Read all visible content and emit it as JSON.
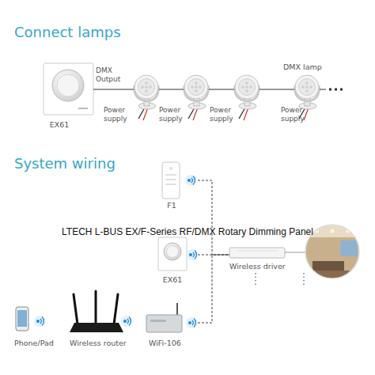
{
  "diagram": {
    "title": "Connect lamps",
    "caption": "LTECH L-BUS EX/F-Series RF/DMX Rotary Dimming Panel",
    "nodes": [
      {
        "text": [
          "EX61"
        ]
      },
      {
        "text": [
          "Power supply"
        ]
      },
      {
        "text": [
          "Power supply"
        ]
      },
      {
        "text": [
          "Power supply"
        ]
      },
      {
        "text": [
          "DMX lamp",
          "Power supply"
        ]
      },
      {
        "text": [
          "F1"
        ]
      },
      {
        "text": [
          "EX61"
        ]
      },
      {
        "text": [
          "Wireless driver"
        ]
      },
      {
        "text": [
          "Phone/Pad"
        ]
      },
      {
        "text": [
          "Wireless router"
        ]
      },
      {
        "text": [
          "WiFi-106"
        ]
      }
    ],
    "edges": [
      {
        "from": 0,
        "to": 1,
        "label": "DMX Output",
        "arrow": "none"
      },
      {
        "from": 1,
        "to": 2,
        "arrow": "none"
      },
      {
        "from": 2,
        "to": 3,
        "arrow": "none"
      },
      {
        "from": 3,
        "to": 4,
        "arrow": "none"
      },
      {
        "from": 5,
        "to": 7,
        "arrow": "none"
      },
      {
        "from": 6,
        "to": 7,
        "arrow": "none"
      },
      {
        "from": 10,
        "to": 7,
        "arrow": "none"
      }
    ],
    "labels": [
      "System wiring"
    ]
  }
}
